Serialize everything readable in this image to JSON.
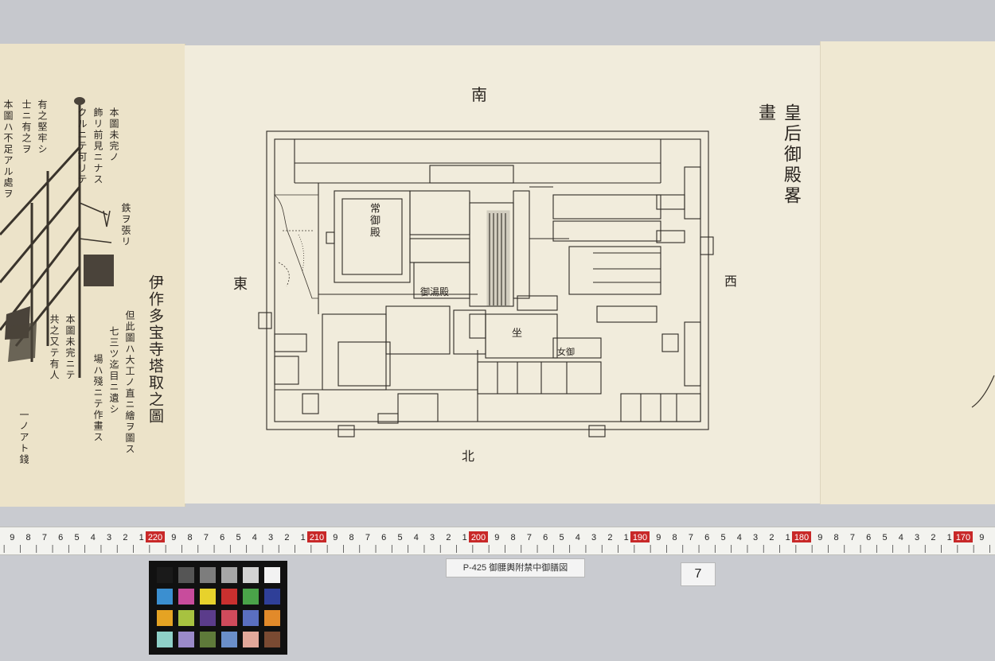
{
  "document": {
    "title_right": "皇后御殿畧畫",
    "title_left": "伊作多宝寺塔取之圖",
    "direction_labels": {
      "south": "南",
      "north": "北",
      "east": "東",
      "west": "西"
    },
    "room_labels": {
      "tsune_goten": "常御殿",
      "furo": "御湯殿",
      "nyogo": "女御",
      "kojo": "坐"
    }
  },
  "catalog": {
    "label": "P-425 御腰輿附禁中御膳図",
    "page_number": "7"
  },
  "ruler": {
    "major_marks": [
      "220",
      "210",
      "200",
      "190",
      "180",
      "170"
    ]
  },
  "color_card": {
    "colors": [
      "#1a1a1a",
      "#555555",
      "#7d7d7d",
      "#a6a6a6",
      "#d2d2d2",
      "#f2f2f2",
      "#3b8fd0",
      "#c84c9c",
      "#e7d22c",
      "#c9302f",
      "#4aa349",
      "#2f3f98",
      "#e5a323",
      "#a7c240",
      "#5b3c8b",
      "#d04b5c",
      "#5a6fc0",
      "#e28a2a",
      "#8fd0c8",
      "#9a8ac9",
      "#5e7a3a",
      "#6a8fc9",
      "#e2a89a",
      "#7a4a32"
    ]
  }
}
